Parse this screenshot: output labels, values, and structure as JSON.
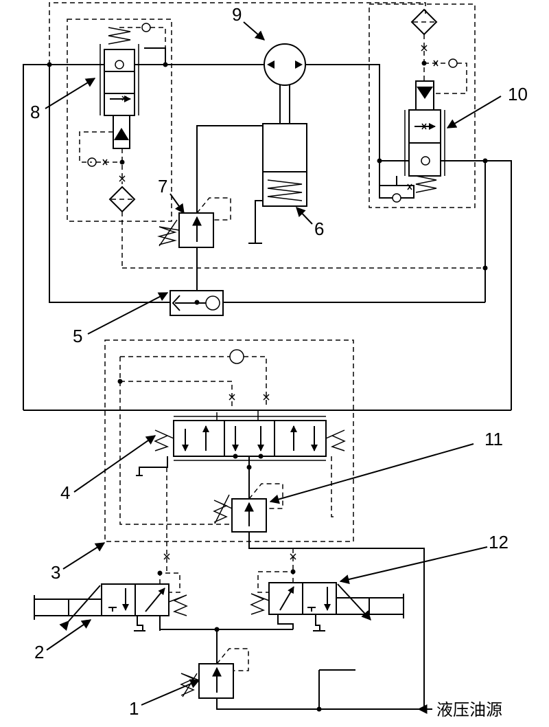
{
  "labels": {
    "n1": "1",
    "n2": "2",
    "n3": "3",
    "n4": "4",
    "n5": "5",
    "n6": "6",
    "n7": "7",
    "n8": "8",
    "n9": "9",
    "n10": "10",
    "n11": "11",
    "n12": "12"
  },
  "source_label": "液压油源"
}
